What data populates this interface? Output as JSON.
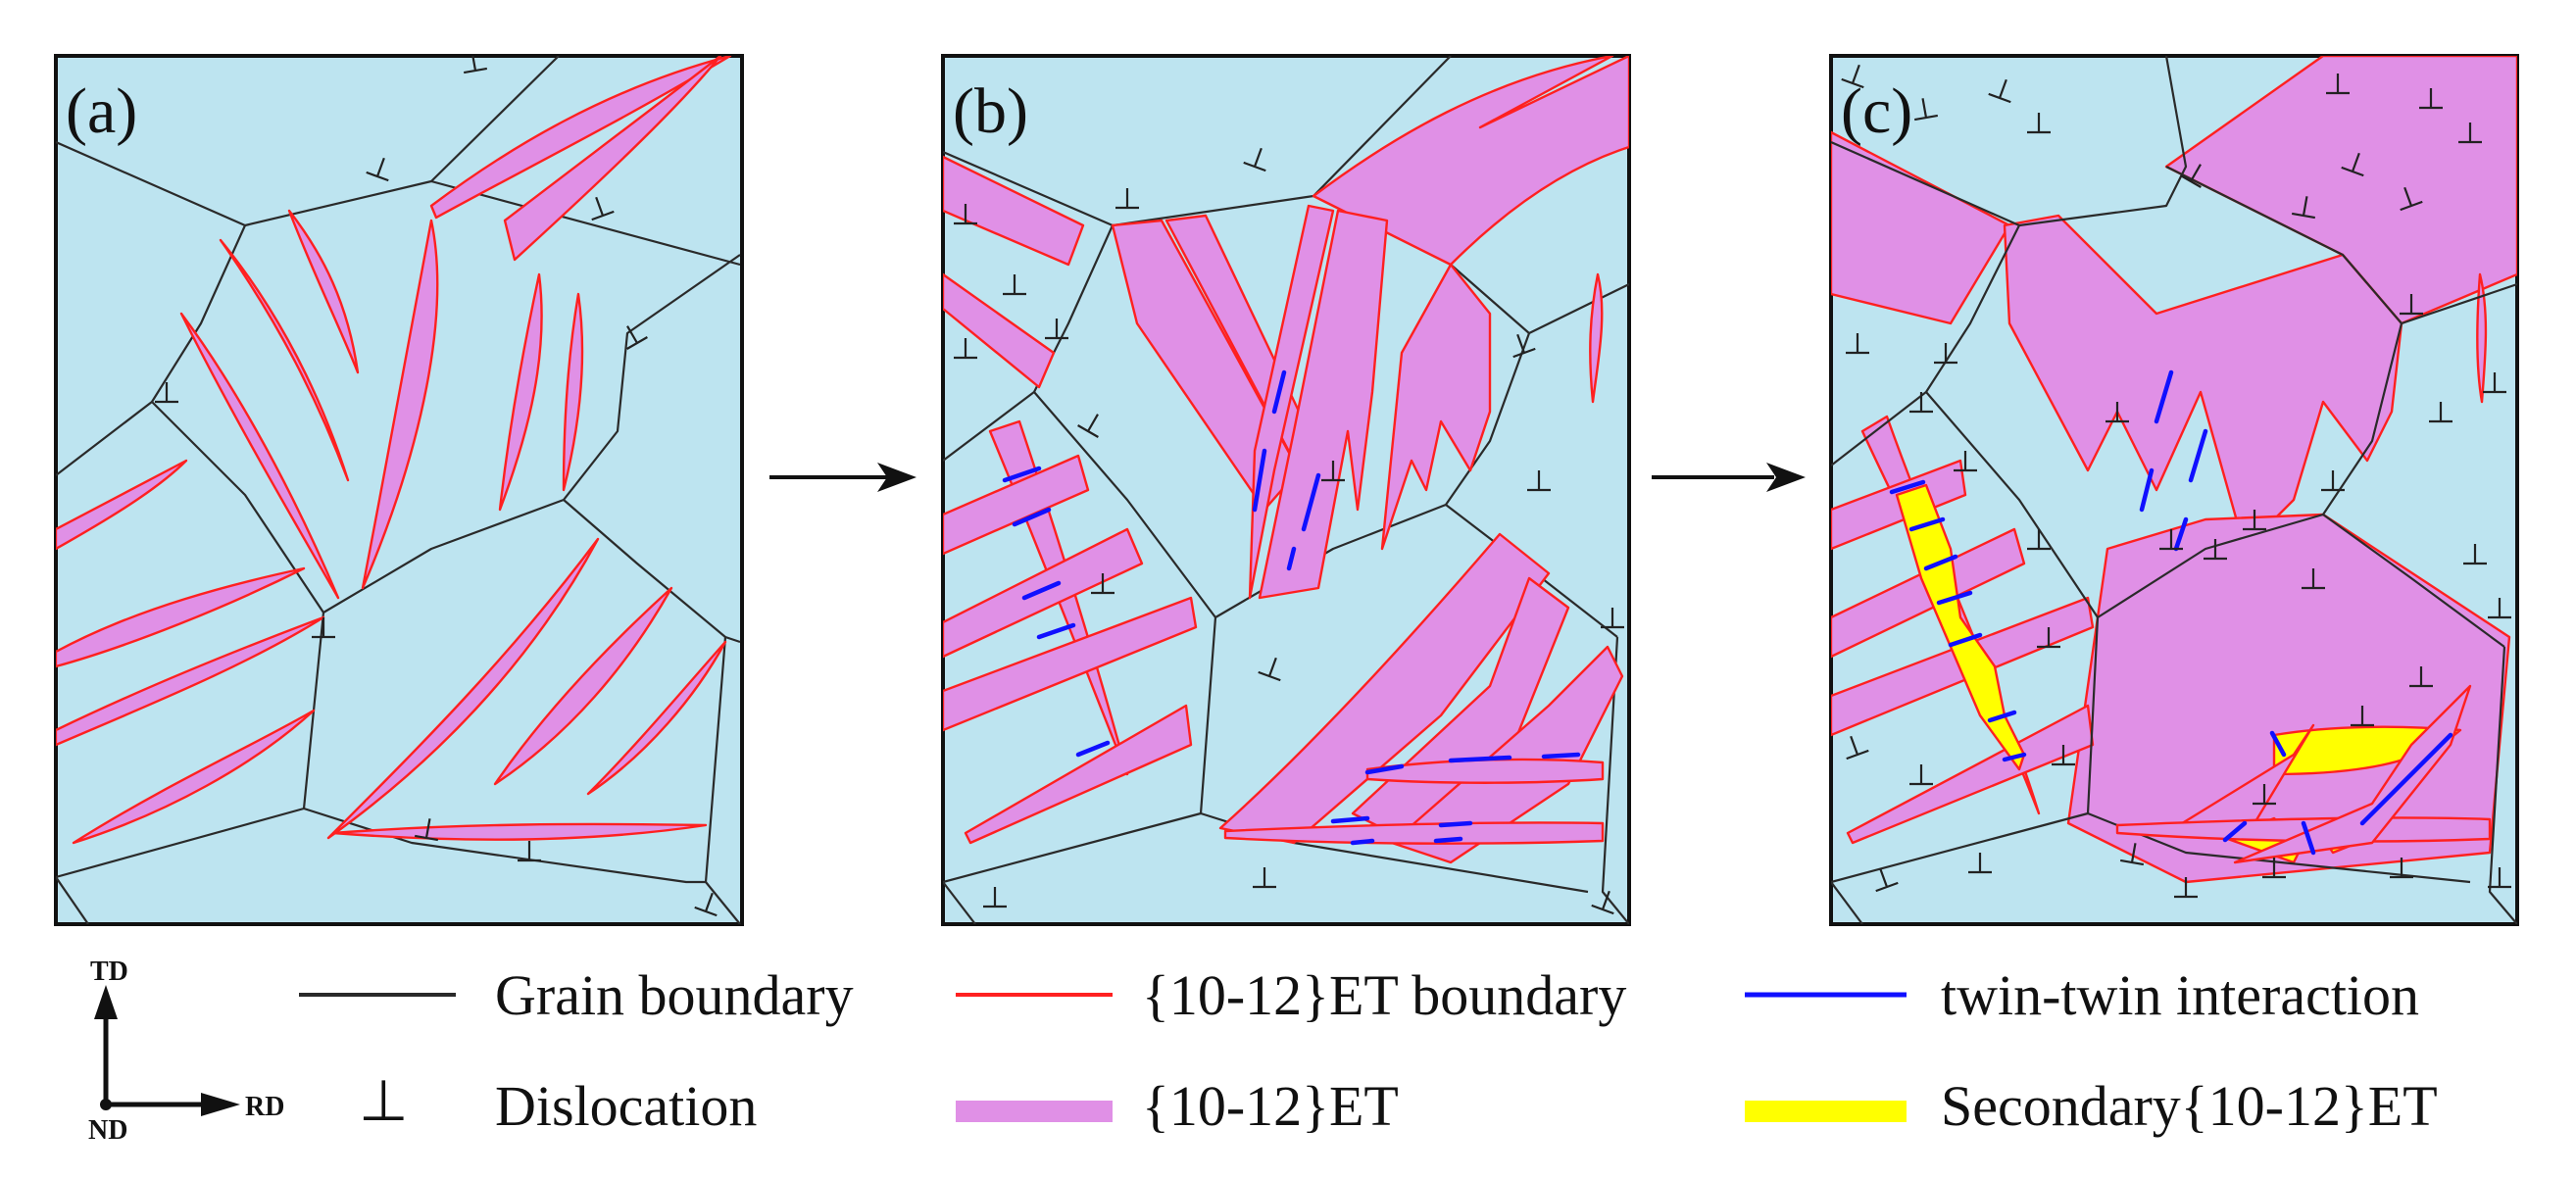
{
  "panels": [
    {
      "label": "(a)"
    },
    {
      "label": "(b)"
    },
    {
      "label": "(c)"
    }
  ],
  "axes": {
    "td": "TD",
    "rd": "RD",
    "nd": "ND"
  },
  "legend": {
    "grain_boundary": "Grain boundary",
    "et_boundary": "{10-12}ET boundary",
    "twin_interaction": "twin-twin interaction",
    "dislocation_symbol": "⊥",
    "dislocation": "Dislocation",
    "et": "{10-12}ET",
    "secondary_et": "Secondary{10-12}ET"
  },
  "colors": {
    "matrix": "#bde4f0",
    "twin": "#e090e6",
    "twin_boundary": "#ff2020",
    "interaction": "#1010ff",
    "secondary_twin": "#ffff00",
    "grain_boundary": "#2a2a2a"
  }
}
